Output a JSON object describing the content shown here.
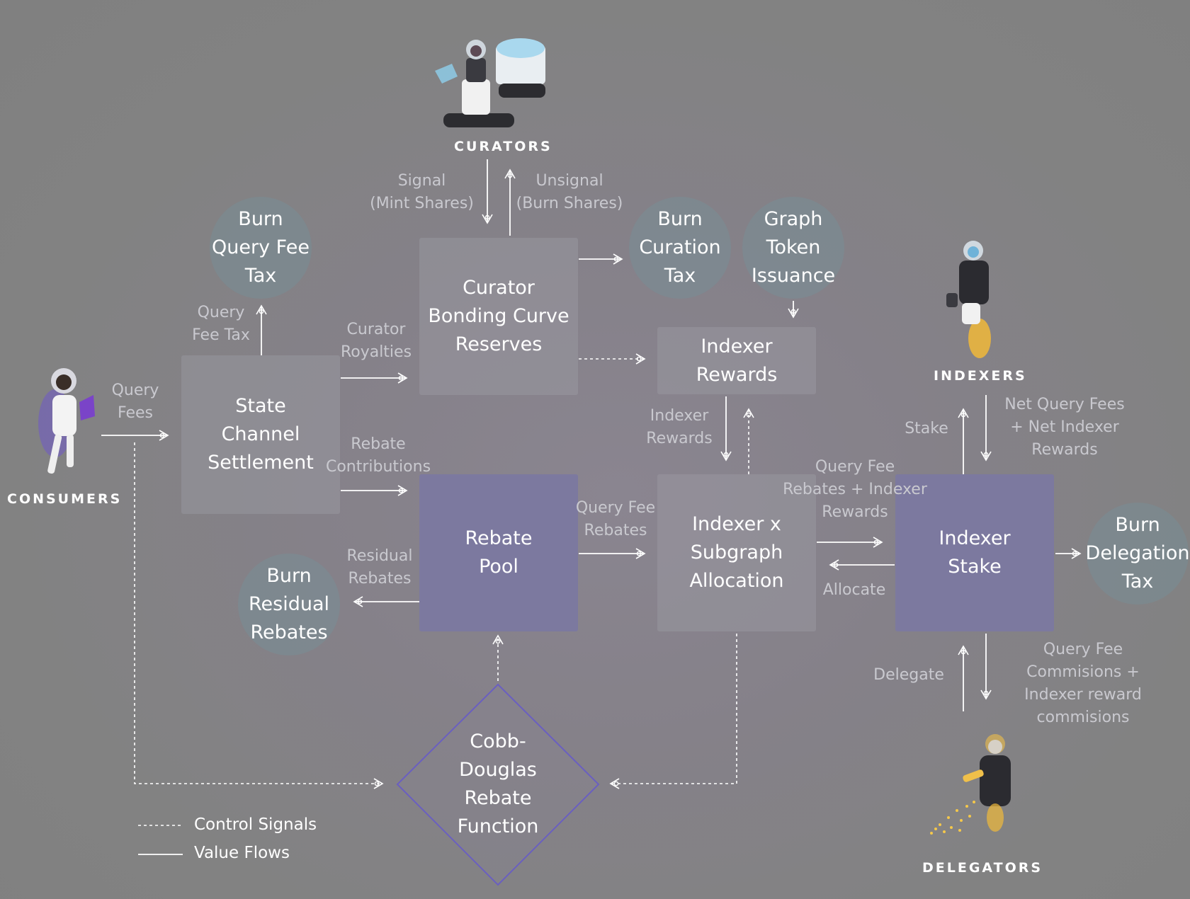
{
  "actors": {
    "curators": "CURATORS",
    "consumers": "CONSUMERS",
    "indexers": "INDEXERS",
    "delegators": "DELEGATORS"
  },
  "boxes": {
    "curator_reserves": "Curator\nBonding Curve\nReserves",
    "state_channel": "State\nChannel\nSettlement",
    "indexer_rewards": "Indexer\nRewards",
    "rebate_pool": "Rebate\nPool",
    "allocation": "Indexer x\nSubgraph\nAllocation",
    "indexer_stake": "Indexer\nStake",
    "cobb_douglas": "Cobb-\nDouglas\nRebate\nFunction"
  },
  "circles": {
    "burn_query_fee_tax": "Burn\nQuery Fee\nTax",
    "burn_curation_tax": "Burn\nCuration\nTax",
    "graph_token_issuance": "Graph\nToken\nIssuance",
    "burn_residual_rebates": "Burn\nResidual\nRebates",
    "burn_delegation_tax": "Burn\nDelegation\nTax"
  },
  "labels": {
    "signal": "Signal\n(Mint Shares)",
    "unsignal": "Unsignal\n(Burn Shares)",
    "query_fee_tax": "Query\nFee Tax",
    "curator_royalties": "Curator\nRoyalties",
    "query_fees": "Query\nFees",
    "rebate_contributions": "Rebate\nContributions",
    "indexer_rewards_flow": "Indexer\nRewards",
    "query_fee_rebates": "Query Fee\nRebates",
    "query_fee_rebates_indexer_rewards": "Query Fee\nRebates + Indexer\nRewards",
    "allocate": "Allocate",
    "residual_rebates": "Residual\nRebates",
    "stake": "Stake",
    "net_query_fees": "Net Query Fees\n+ Net Indexer\nRewards",
    "delegate": "Delegate",
    "query_fee_commissions": "Query Fee\nCommisions +\nIndexer reward\ncommisions"
  },
  "legend": {
    "control_signals": "Control Signals",
    "value_flows": "Value Flows"
  },
  "colors": {
    "purple_box": "#7c799f",
    "diamond_stroke": "#6a5fc0",
    "circle_fill": "#7b8e95",
    "line": "#ffffff"
  }
}
